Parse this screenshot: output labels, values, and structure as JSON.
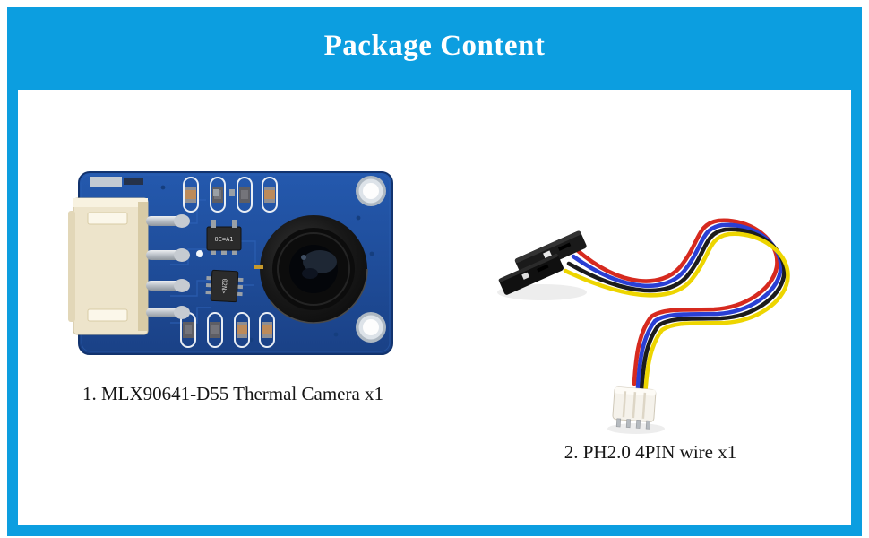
{
  "header": {
    "title": "Package Content"
  },
  "items": [
    {
      "label": "1. MLX90641-D55 Thermal Camera x1",
      "image_name": "mlx90641-d55-thermal-camera-module-photo"
    },
    {
      "label": "2. PH2.0 4PIN wire x1",
      "image_name": "ph2.0-4pin-wire-photo"
    }
  ],
  "colors": {
    "accent_blue": "#0C9EE0",
    "title_text": "#FFFFFF",
    "caption_text": "#161616",
    "pcb_blue": "#1E4FA0",
    "wire_red": "#D62A1F",
    "wire_black": "#1C1C1C",
    "wire_blue": "#2A3FD4",
    "wire_yellow": "#EDD500"
  }
}
